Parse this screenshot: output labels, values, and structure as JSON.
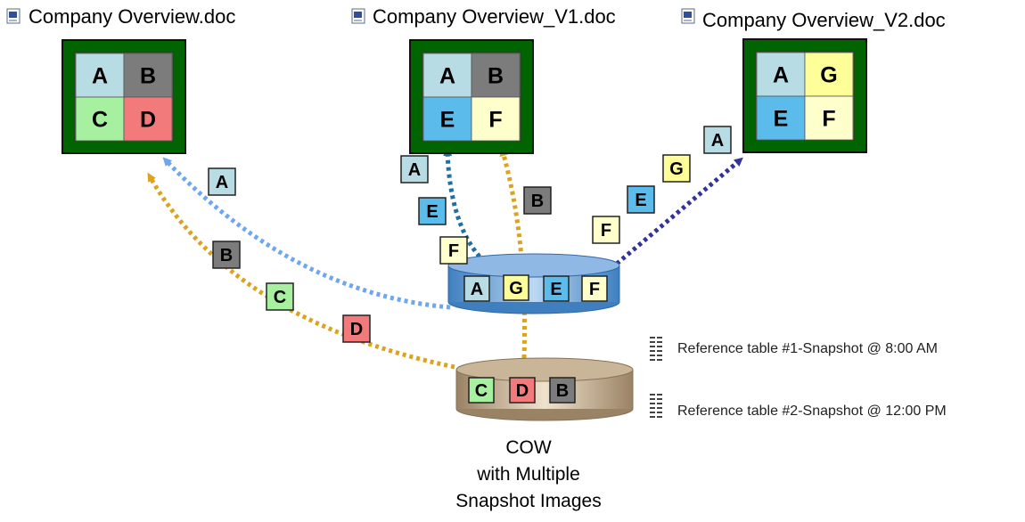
{
  "documents": [
    {
      "title": "Company Overview.doc",
      "cells": [
        "A",
        "B",
        "C",
        "D"
      ]
    },
    {
      "title": "Company Overview_V1.doc",
      "cells": [
        "A",
        "B",
        "E",
        "F"
      ]
    },
    {
      "title": "Company Overview_V2.doc",
      "cells": [
        "A",
        "G",
        "E",
        "F"
      ]
    }
  ],
  "snapshot_disk": {
    "blocks": [
      "A",
      "G",
      "E",
      "F"
    ]
  },
  "cow_disk": {
    "blocks": [
      "C",
      "D",
      "B"
    ]
  },
  "floating_blocks": {
    "doc1_blue": [
      "A"
    ],
    "doc1_gold": [
      "B",
      "C",
      "D"
    ],
    "doc2_teal": [
      "A",
      "E",
      "F"
    ],
    "doc2_gold": [
      "B"
    ],
    "doc3_navy": [
      "A",
      "G",
      "E",
      "F"
    ]
  },
  "reference_tables": [
    "Reference table #1-Snapshot @ 8:00 AM",
    "Reference table #2-Snapshot @ 12:00 PM"
  ],
  "cow_label": [
    "COW",
    "with Multiple",
    "Snapshot Images"
  ],
  "colors": {
    "A": "#b8dce4",
    "B": "#7c7c7c",
    "C": "#a6f0a0",
    "D": "#f27a7a",
    "E": "#5bbcec",
    "F": "#ffffcc",
    "G": "#ffff99",
    "doc_border": "#006400",
    "arrow_blue": "#6ea6f0",
    "arrow_gold": "#dba420",
    "arrow_teal": "#1f6fa0",
    "arrow_navy": "#333399"
  }
}
